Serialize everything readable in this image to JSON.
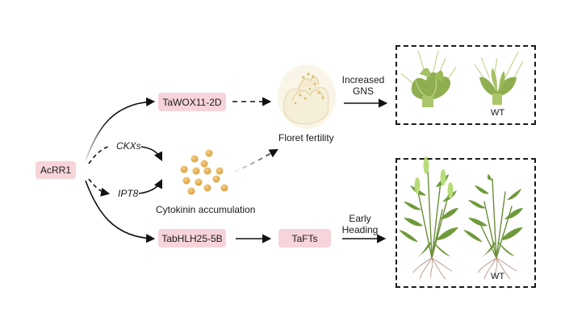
{
  "nodes": {
    "acrr1": "AcRR1",
    "tawox": "TaWOX11-2D",
    "tabhlh": "TabHLH25-5B",
    "tafts": "TaFTs"
  },
  "intermediates": {
    "ckxs": "CKXs",
    "ipt8": "IPT8"
  },
  "labels": {
    "cytokinin": "Cytokinin accumulation",
    "floret": "Floret fertility",
    "increased_line1": "Increased",
    "increased_line2": "GNS",
    "early_line1": "Early",
    "early_line2": "Heading"
  },
  "panels": {
    "spikelet_wt": "WT",
    "plant_wt": "WT"
  },
  "colors": {
    "gene_box": "#f7d4d9",
    "cytokinin_dot": "#e3a94a",
    "leaf_green": "#8fae4f",
    "spike_green": "#b9dc7a",
    "root_brown": "#b08c7a",
    "floret_cream": "#f3ead0"
  }
}
